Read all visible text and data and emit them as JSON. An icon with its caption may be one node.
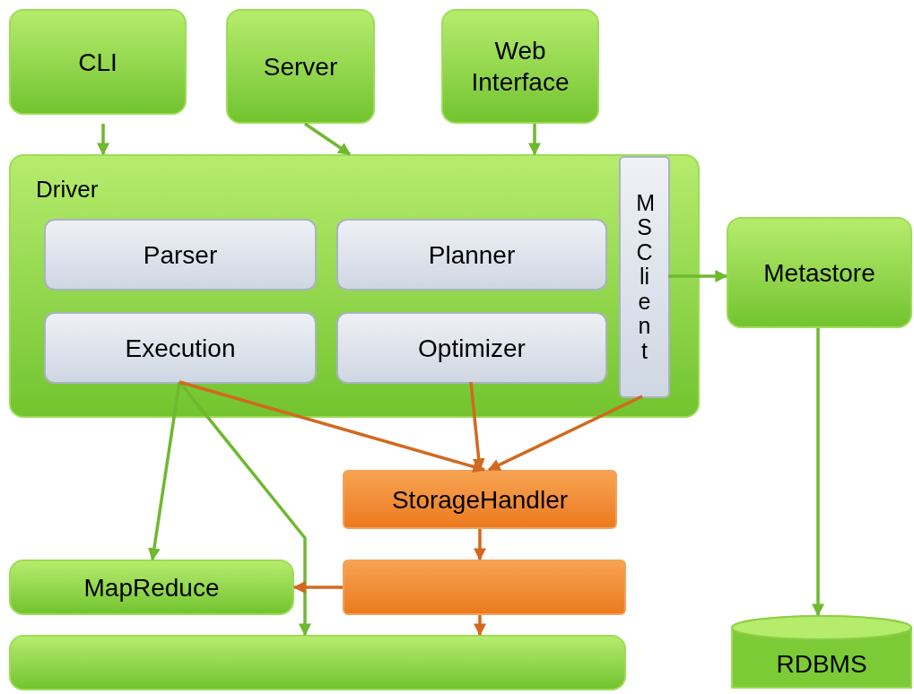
{
  "diagram": {
    "nodes": [
      {
        "text": [
          "CLI"
        ]
      },
      {
        "text": [
          "Server"
        ]
      },
      {
        "text": [
          "Web Interface"
        ]
      },
      {
        "text": [
          "Driver"
        ]
      },
      {
        "text": [
          "Parser"
        ],
        "in": 3
      },
      {
        "text": [
          "Planner"
        ],
        "in": 3
      },
      {
        "text": [
          "Execution"
        ],
        "in": 3
      },
      {
        "text": [
          "Optimizer"
        ],
        "in": 3
      },
      {
        "text": [
          "MSClient"
        ],
        "in": 3
      },
      {
        "text": [
          "Metastore"
        ]
      },
      {
        "text": [
          "StorageHandler"
        ]
      },
      {
        "text": [],
        "shape": "box"
      },
      {
        "text": [
          "MapReduce"
        ]
      },
      {
        "text": [],
        "shape": "bar"
      },
      {
        "text": [
          "RDBMS"
        ]
      }
    ],
    "edges": [
      {
        "from": 0,
        "to": 3,
        "arrow": "to"
      },
      {
        "from": 1,
        "to": 3,
        "arrow": "to"
      },
      {
        "from": 2,
        "to": 3,
        "arrow": "to"
      },
      {
        "from": 8,
        "to": 9,
        "arrow": "to"
      },
      {
        "from": 9,
        "to": 14,
        "arrow": "to"
      },
      {
        "from": 6,
        "to": 12,
        "arrow": "to"
      },
      {
        "from": 6,
        "to": 13,
        "arrow": "to"
      },
      {
        "from": 6,
        "to": 10,
        "arrow": "to",
        "color": "#d2691e"
      },
      {
        "from": 7,
        "to": 10,
        "arrow": "to",
        "color": "#d2691e"
      },
      {
        "from": 8,
        "to": 10,
        "arrow": "to",
        "color": "#d2691e"
      },
      {
        "from": 10,
        "to": 11,
        "arrow": "to",
        "color": "#d2691e"
      },
      {
        "from": 11,
        "to": 12,
        "arrow": "to",
        "color": "#d2691e"
      },
      {
        "from": 11,
        "to": 13,
        "arrow": "to",
        "color": "#d2691e"
      }
    ]
  }
}
